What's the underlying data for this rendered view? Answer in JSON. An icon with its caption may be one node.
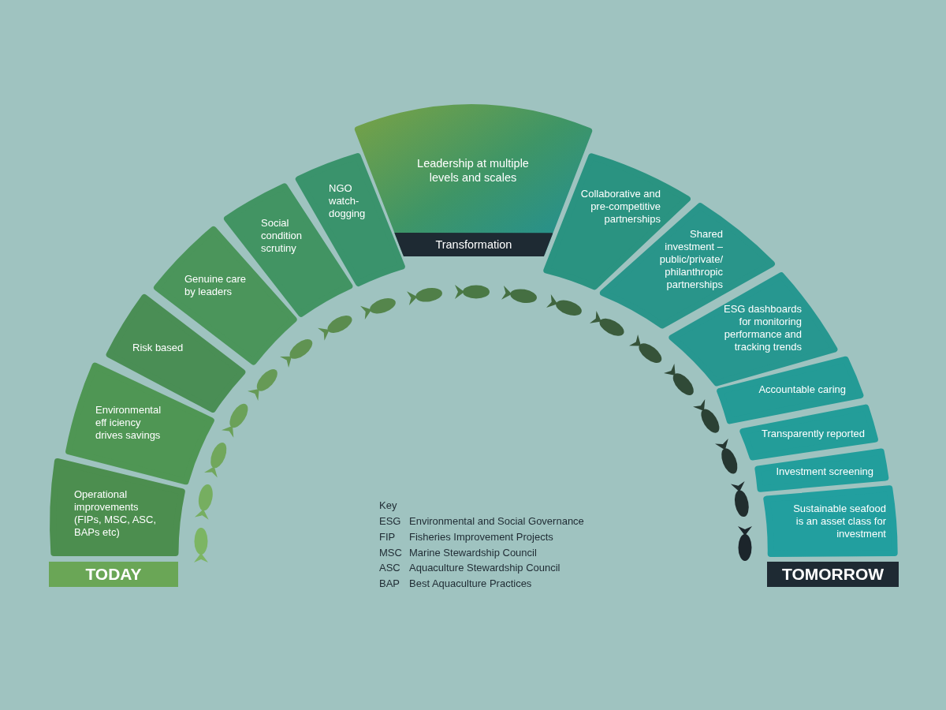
{
  "diagram": {
    "nodes": [
      {
        "text": [
          "Operational improvements (FIPs, MSC, ASC, BAPs etc)"
        ]
      },
      {
        "text": [
          "Environmental eff iciency drives savings"
        ]
      },
      {
        "text": [
          "Risk based"
        ]
      },
      {
        "text": [
          "Genuine care by leaders"
        ]
      },
      {
        "text": [
          "Social condition scrutiny"
        ]
      },
      {
        "text": [
          "NGO watch- dogging"
        ]
      },
      {
        "text": [
          "Leadership at multiple levels and scales"
        ]
      },
      {
        "text": [
          "Transformation"
        ],
        "in": 6
      },
      {
        "text": [
          "Collaborative and pre-competitive partnerships"
        ]
      },
      {
        "text": [
          "Shared investment – public/private/ philanthropic partnerships"
        ]
      },
      {
        "text": [
          "ESG dashboards for monitoring performance and tracking trends"
        ]
      },
      {
        "text": [
          "Accountable caring"
        ]
      },
      {
        "text": [
          "Transparently reported"
        ]
      },
      {
        "text": [
          "Investment screening"
        ]
      },
      {
        "text": [
          "Sustainable seafood is an asset class for investment"
        ]
      },
      {
        "text": [
          "TODAY"
        ]
      },
      {
        "text": [
          "TOMORROW"
        ]
      }
    ],
    "labels": [
      "Key",
      "ESG",
      "Environmental and Social Governance",
      "FIP",
      "Fisheries Improvement Projects",
      "MSC",
      "Marine Stewardship Council",
      "ASC",
      "Aquaculture Stewardship Council",
      "BAP",
      "Best Aquaculture Practices"
    ]
  }
}
